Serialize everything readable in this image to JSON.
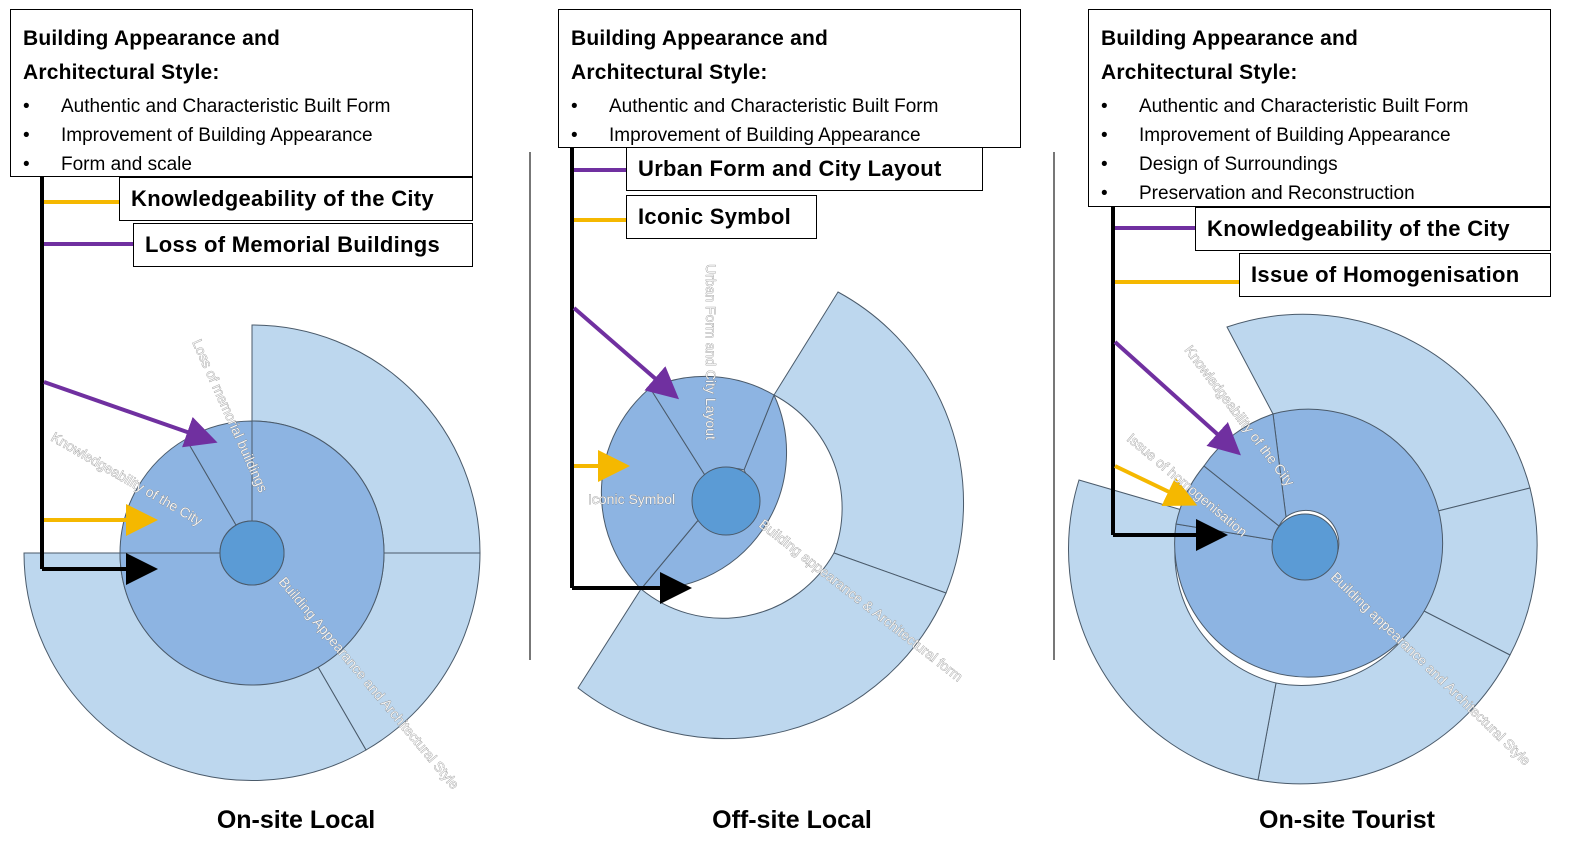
{
  "panels": [
    {
      "caption": "On-site Local",
      "title": "Building Appearance and Architectural Style:",
      "bullets": [
        "Authentic and Characteristic Built Form",
        "Improvement of Building Appearance",
        "Form and scale"
      ],
      "tags": [
        "Knowledgeability of the City",
        "Loss of Memorial Buildings"
      ],
      "labels": [
        "Loss of memorial buildings",
        "Knowledgeability of the City",
        "Building Appearance and Architectural Style"
      ]
    },
    {
      "caption": "Off-site Local",
      "title": "Building Appearance and Architectural Style:",
      "bullets": [
        "Authentic and Characteristic Built Form",
        "Improvement of Building Appearance"
      ],
      "tags": [
        "Urban Form and City Layout",
        "Iconic Symbol"
      ],
      "labels": [
        "Urban Form and City Layout",
        "Iconic Symbol",
        "Building appearance & Architectural form"
      ]
    },
    {
      "caption": "On-site Tourist",
      "title": "Building Appearance and Architectural Style:",
      "bullets": [
        "Authentic and Characteristic Built Form",
        "Improvement of Building Appearance",
        "Design of Surroundings",
        "Preservation and Reconstruction"
      ],
      "tags": [
        "Knowledgeability of the City",
        "Issue of Homogenisation"
      ],
      "labels": [
        "Knowledgeability of the City",
        "Issue of homogenisation",
        "Building appearance and Architectural Style"
      ]
    }
  ],
  "colors": {
    "outer_ring": "#bdd7ee",
    "middle_ring": "#8db4e2",
    "center": "#5b9bd5",
    "purple": "#7030a0",
    "yellow": "#f5b800",
    "black": "#000000"
  }
}
